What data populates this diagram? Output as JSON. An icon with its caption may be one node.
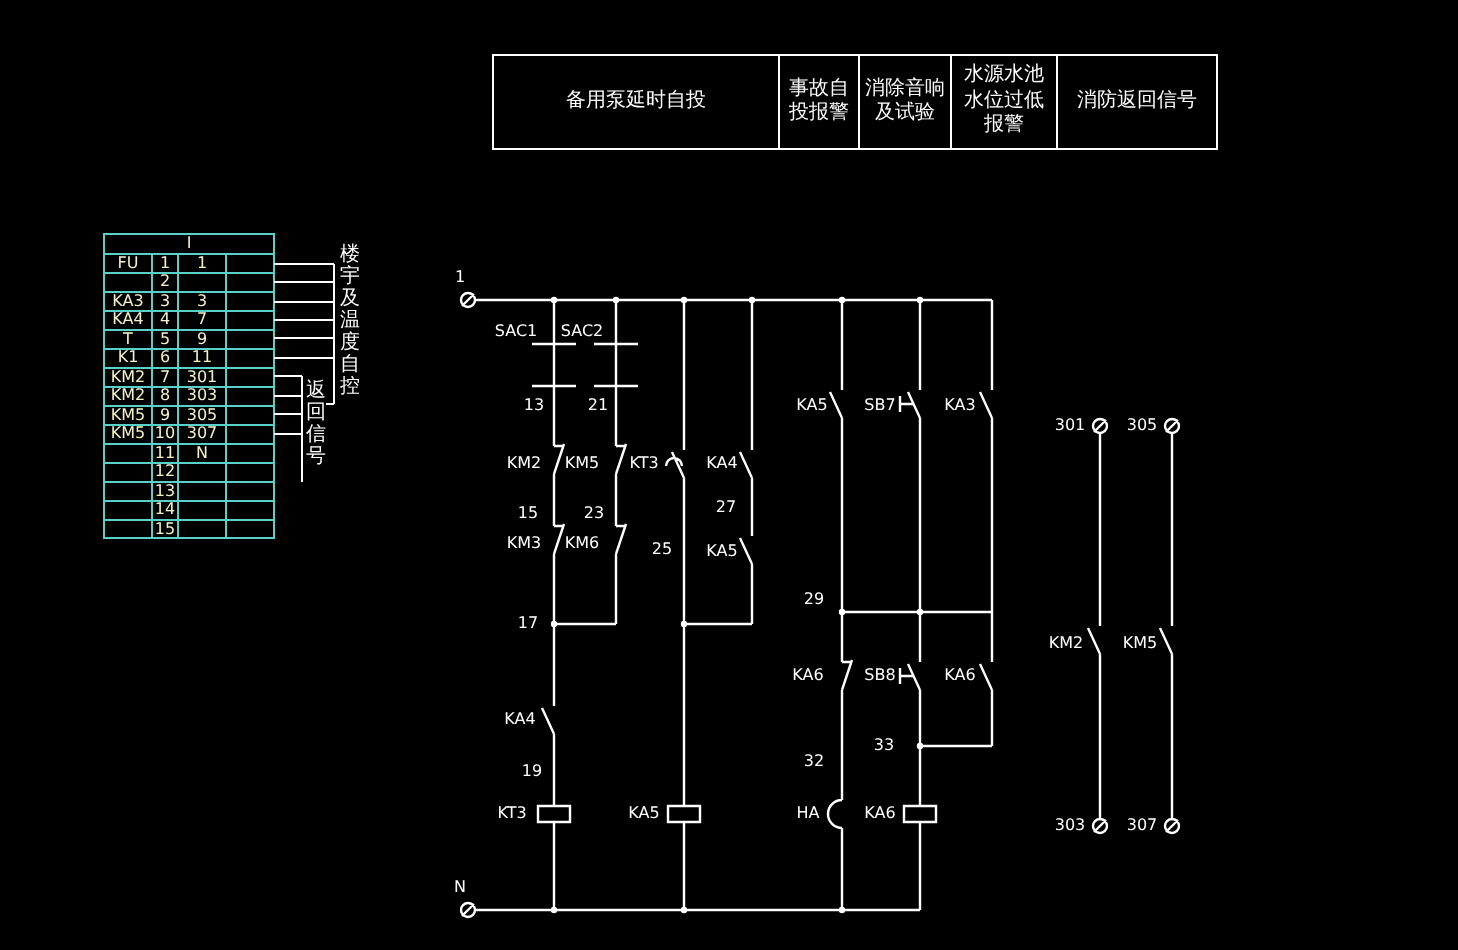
{
  "diagram": {
    "nodes": [
      {
        "text": [
          "备用泵延时自投"
        ]
      },
      {
        "text": [
          "事故自投报警"
        ]
      },
      {
        "text": [
          "消除音响及试验"
        ]
      },
      {
        "text": [
          "水源水池水位过低报警"
        ]
      },
      {
        "text": [
          "消防返回信号"
        ]
      }
    ],
    "labels": [
      "I",
      "FU",
      "1",
      "1",
      "2",
      "KA3",
      "3",
      "3",
      "KA4",
      "4",
      "7",
      "T",
      "5",
      "9",
      "K1",
      "6",
      "11",
      "KM2",
      "7",
      "301",
      "KM2",
      "8",
      "303",
      "KM5",
      "9",
      "305",
      "KM5",
      "10",
      "307",
      "11",
      "N",
      "12",
      "13",
      "14",
      "15",
      "楼宇及温度自控",
      "返回信号",
      "1",
      "SAC1",
      "SAC2",
      "13",
      "21",
      "KM2",
      "KM5",
      "KT3",
      "KA4",
      "15",
      "23",
      "27",
      "KM3",
      "KM6",
      "25",
      "KA5",
      "17",
      "29",
      "KA5",
      "SB7",
      "KA3",
      "301",
      "305",
      "KM2",
      "KM5",
      "KA6",
      "SB8",
      "KA6",
      "KA4",
      "33",
      "32",
      "19",
      "KT3",
      "KA5",
      "HA",
      "KA6",
      "303",
      "307",
      "N"
    ]
  }
}
